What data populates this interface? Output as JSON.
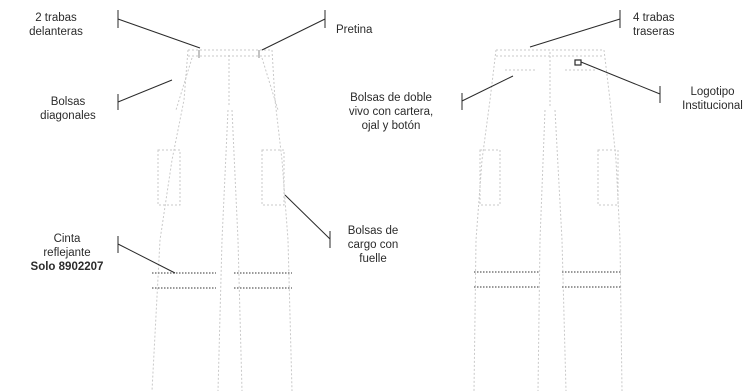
{
  "labels": {
    "front_belt_loops": [
      "2 trabas",
      "delanteras"
    ],
    "waistband": "Pretina",
    "back_belt_loops": [
      "4 trabas",
      "traseras"
    ],
    "diagonal_pockets": [
      "Bolsas",
      "diagonales"
    ],
    "double_welt_pockets": [
      "Bolsas de doble",
      "vivo con cartera,",
      "ojal y botón"
    ],
    "institutional_logo": [
      "Logotipo",
      "Institucional"
    ],
    "reflective_tape": [
      "Cinta",
      "reflejante"
    ],
    "reflective_tape_note": "Solo 8902207",
    "cargo_pockets": [
      "Bolsas de",
      "cargo con",
      "fuelle"
    ]
  },
  "colors": {
    "leader_line": "#2a2a2a",
    "garment_outline": "#c9c9c9",
    "reflective_band": "#9a9a9a"
  }
}
